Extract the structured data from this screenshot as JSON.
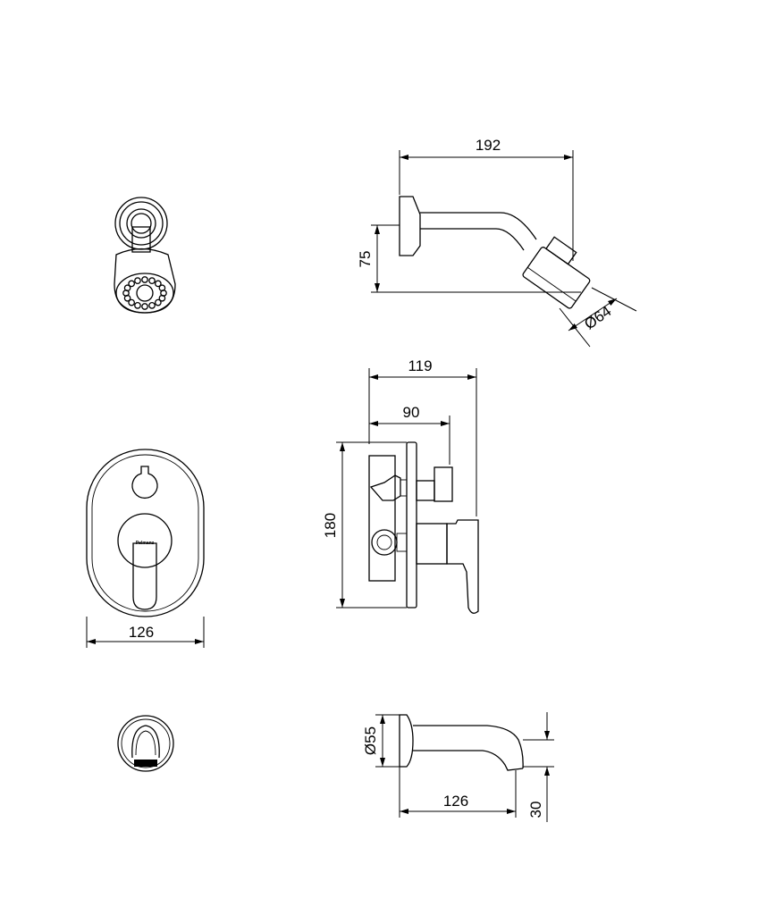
{
  "drawing": {
    "shower_side": {
      "width_label": "192",
      "height_label": "75",
      "diameter_label": "Ø64"
    },
    "mixer_front": {
      "width_label": "126",
      "logo_text": "Pelmanz"
    },
    "mixer_side": {
      "depth_total_label": "119",
      "depth_body_label": "90",
      "height_label": "180"
    },
    "spout_side": {
      "diameter_label": "Ø55",
      "length_label": "126",
      "offset_label": "30"
    },
    "colors": {
      "line": "#000000",
      "background": "#ffffff"
    }
  }
}
